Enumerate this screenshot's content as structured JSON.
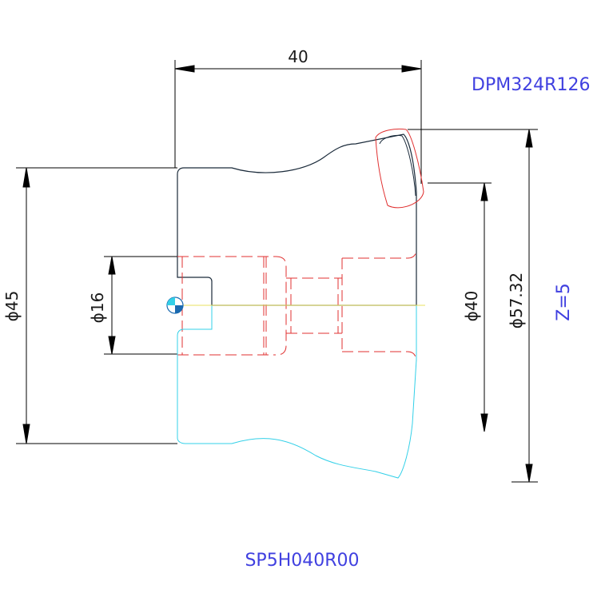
{
  "drawing": {
    "dimensions": {
      "length": "40",
      "shank_diameter": "ϕ45",
      "bore_diameter": "ϕ16",
      "reference_diameter": "ϕ40",
      "cutting_diameter": "ϕ57.32"
    },
    "annotations": {
      "insert_code": "DPM324R126",
      "teeth_count": "Z=5",
      "body_code": "SP5H040R00"
    },
    "colors": {
      "outline": "#1a2a3a",
      "dimension": "#000000",
      "hidden": "#e03030",
      "mirror": "#33d0e8",
      "annotation": "#4040e0",
      "axis": "#e8e060"
    }
  }
}
